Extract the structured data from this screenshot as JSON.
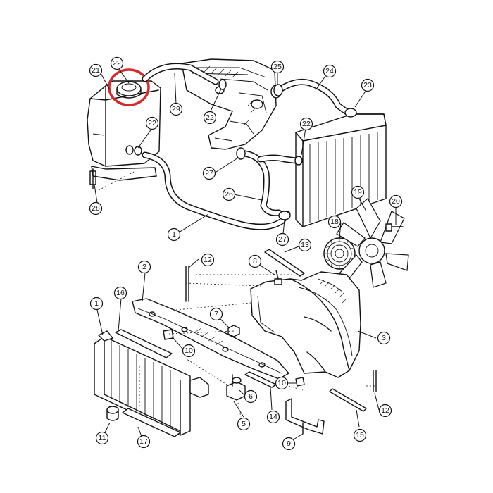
{
  "highlight_color": "#d42a2a",
  "callouts": [
    {
      "label": "21"
    },
    {
      "label": "22"
    },
    {
      "label": "29"
    },
    {
      "label": "22"
    },
    {
      "label": "25"
    },
    {
      "label": "24"
    },
    {
      "label": "23"
    },
    {
      "label": "22"
    },
    {
      "label": "22"
    },
    {
      "label": "27"
    },
    {
      "label": "26"
    },
    {
      "label": "28"
    },
    {
      "label": "1"
    },
    {
      "label": "27"
    },
    {
      "label": "19"
    },
    {
      "label": "20"
    },
    {
      "label": "18"
    },
    {
      "label": "13"
    },
    {
      "label": "12"
    },
    {
      "label": "2"
    },
    {
      "label": "8"
    },
    {
      "label": "16"
    },
    {
      "label": "1"
    },
    {
      "label": "7"
    },
    {
      "label": "3"
    },
    {
      "label": "10"
    },
    {
      "label": "10"
    },
    {
      "label": "6"
    },
    {
      "label": "5"
    },
    {
      "label": "14"
    },
    {
      "label": "12"
    },
    {
      "label": "15"
    },
    {
      "label": "11"
    },
    {
      "label": "17"
    },
    {
      "label": "9"
    }
  ]
}
